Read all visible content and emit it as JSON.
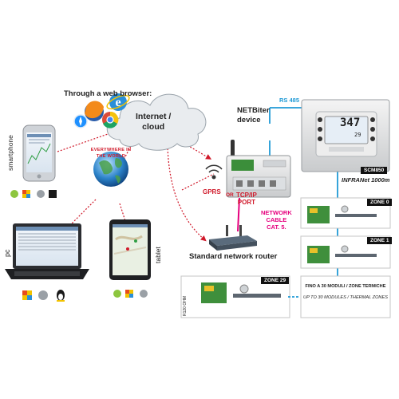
{
  "web_browser_label": "Through a web browser:",
  "cloud_label": "Internet /\ncloud",
  "everywhere_text": "EVERYWHERE IN THE WORLD",
  "smartphone_label": "smartphone",
  "pc_label": "pc",
  "tablet_label": "tablet",
  "netbiter_label": "NETBiter\ndevice",
  "rs485_label": "RS 485",
  "gprs_label": "GPRS",
  "or_label": "OR",
  "tcpip_label": "TCP/IP\nPORT",
  "network_cable_label": "NETWORK\nCABLE\nCAT. 5.",
  "router_label": "Standard network  router",
  "scm_tag": "SCM850",
  "infranet_label": "INFRANet 1000m",
  "display_digits": "347",
  "display_small": "29",
  "zones": [
    {
      "label": "ZONE 0"
    },
    {
      "label": "ZONE 1"
    },
    {
      "label": "ZONE 29"
    }
  ],
  "r120_label": "R120 OHM",
  "modules_it": "FINO A 30 MODULI / ZONE TERMICHE",
  "modules_en": "UP TO 30 MODULES / THERMAL ZONES",
  "colors": {
    "link_red": "#d0192a",
    "cable_magenta": "#e6007e",
    "bus_blue": "#1f9ad6"
  },
  "icons": [
    "android-icon",
    "windows-icon",
    "apple-icon",
    "blackberry-icon",
    "linux-icon",
    "firefox-icon",
    "ie-icon",
    "chrome-icon",
    "safari-icon",
    "globe-icon",
    "wifi-signal-icon"
  ]
}
